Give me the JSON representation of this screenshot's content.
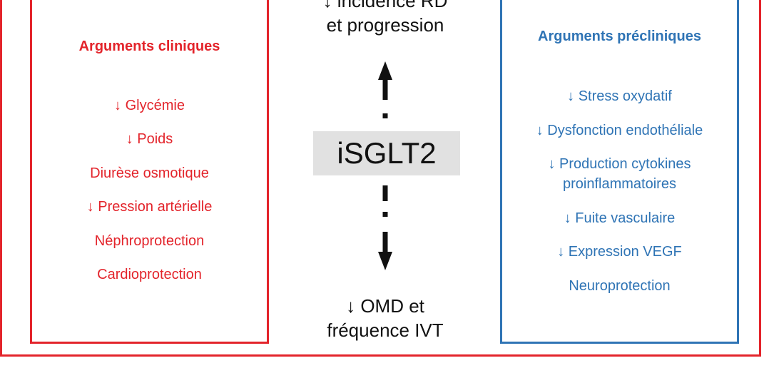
{
  "left_panel": {
    "title": "Arguments cliniques",
    "items": [
      "↓ Glycémie",
      "↓ Poids",
      "Diurèse osmotique",
      "↓ Pression artérielle",
      "Néphroprotection",
      "Cardioprotection"
    ]
  },
  "right_panel": {
    "title": "Arguments précliniques",
    "items": [
      "↓ Stress oxydatif",
      "↓ Dysfonction endothéliale",
      "↓ Production cytokines proinflammatoires",
      "↓ Fuite vasculaire",
      "↓ Expression VEGF",
      "Neuroprotection"
    ]
  },
  "center": {
    "top_line1": "↓ incidence RD",
    "top_line2": "et progression",
    "drug": "iSGLT2",
    "bottom_line1": "↓ OMD et",
    "bottom_line2": "fréquence IVT"
  },
  "colors": {
    "clinical": "#e3242b",
    "preclinical": "#2f74b5",
    "drug_box": "#e1e1e1"
  }
}
